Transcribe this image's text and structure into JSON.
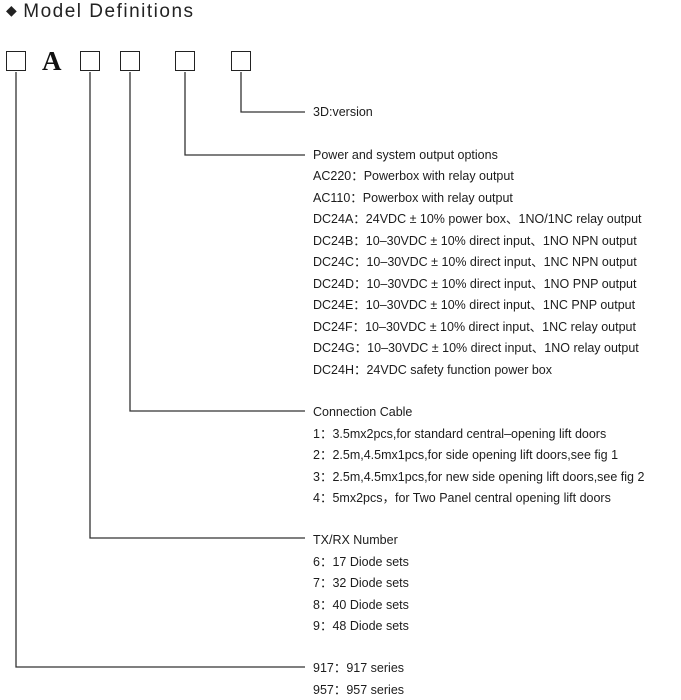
{
  "title": {
    "text": "Model Definitions",
    "bullet": "◆"
  },
  "model_code": {
    "fixed_letter": "A",
    "placeholder_count": 5
  },
  "sections": {
    "version": {
      "items": [
        "3D:version"
      ]
    },
    "power": {
      "items": [
        "Power and system output options",
        "AC220：Powerbox with relay output",
        "AC110：Powerbox with relay output",
        "DC24A：24VDC ± 10% power box、1NO/1NC relay output",
        "DC24B：10–30VDC ± 10% direct input、1NO NPN output",
        "DC24C：10–30VDC ± 10% direct input、1NC NPN output",
        "DC24D：10–30VDC ± 10% direct input、1NO PNP output",
        "DC24E：10–30VDC ± 10% direct input、1NC PNP output",
        "DC24F：10–30VDC ± 10% direct input、1NC relay output",
        "DC24G：10–30VDC ± 10% direct input、1NO relay output",
        "DC24H：24VDC safety function power box"
      ]
    },
    "cable": {
      "items": [
        "Connection Cable",
        "1：3.5mx2pcs,for standard central–opening lift doors",
        "2：2.5m,4.5mx1pcs,for side opening lift doors,see fig 1",
        "3：2.5m,4.5mx1pcs,for new side opening lift doors,see fig 2",
        "4：5mx2pcs，for Two Panel central opening lift doors"
      ]
    },
    "txrx": {
      "items": [
        "TX/RX Number",
        "6：17 Diode sets",
        "7：32 Diode sets",
        "8：40 Diode sets",
        "9：48 Diode sets"
      ]
    },
    "series": {
      "items": [
        "917：917 series",
        "957：957 series"
      ]
    }
  }
}
